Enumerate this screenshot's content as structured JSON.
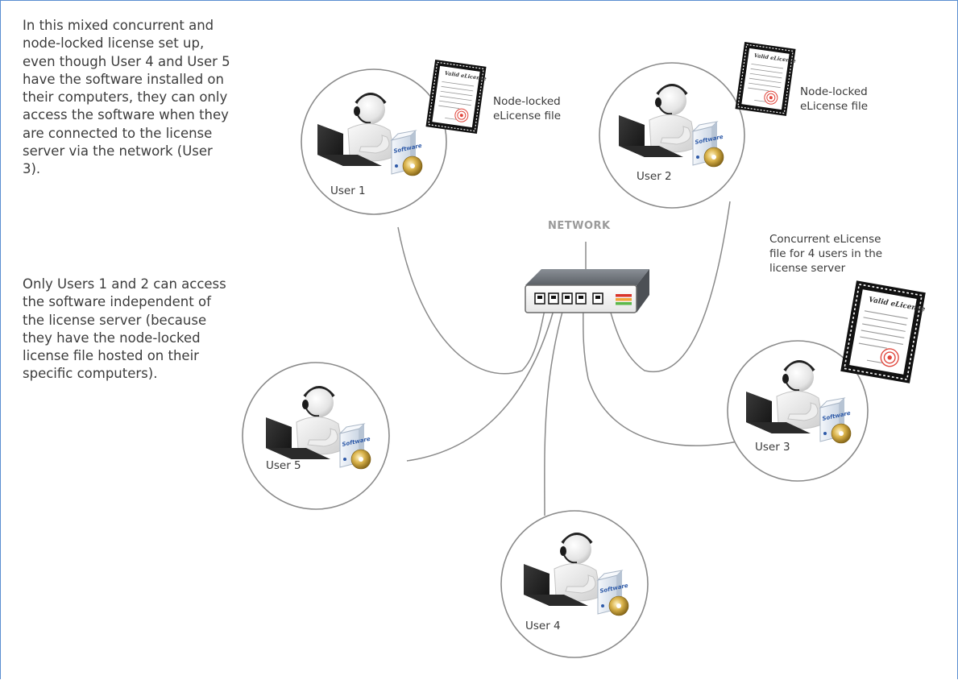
{
  "description": {
    "paragraph_1": "In this mixed concurrent and node-locked license set up, even though User 4 and User 5 have the software installed on their computers, they can only access the software when they are connected to the license server via the network (User 3).",
    "paragraph_2": "Only Users 1 and 2 can access the software independent of the license server (because they have the node-locked license file hosted on their specific computers)."
  },
  "network": {
    "label": "NETWORK"
  },
  "users": [
    {
      "id": "user1",
      "label": "User 1"
    },
    {
      "id": "user2",
      "label": "User 2"
    },
    {
      "id": "user3",
      "label": "User 3"
    },
    {
      "id": "user4",
      "label": "User 4"
    },
    {
      "id": "user5",
      "label": "User 5"
    }
  ],
  "certificate_text": "Valid eLicense",
  "software_box_text": "Software",
  "annotations": {
    "user1_license": "Node-locked\neLicense file",
    "user2_license": "Node-locked\neLicense file",
    "user3_license": "Concurrent eLicense\nfile for 4 users in the\nlicense server"
  },
  "colors": {
    "frame_border": "#5b8ed1",
    "circle_stroke": "#8a8a8a",
    "cable": "#8a8a8a",
    "status_red": "#d9342b",
    "status_orange": "#f2a43a",
    "status_green": "#5cb84a",
    "seal_red": "#e0463c"
  }
}
